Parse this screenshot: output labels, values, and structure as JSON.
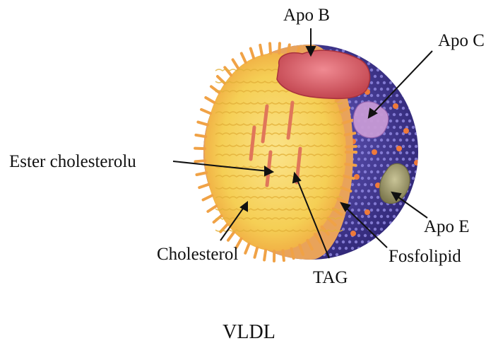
{
  "diagram": {
    "caption": "VLDL",
    "labels": {
      "apo_b": "Apo B",
      "apo_c": "Apo C",
      "ester_cholesterolu": "Ester cholesterolu",
      "apo_e": "Apo E",
      "cholesterol": "Cholesterol",
      "fosfolipid": "Fosfolipid",
      "tag": "TAG"
    }
  },
  "colors": {
    "shell": "#4b3f9e",
    "core": "#f2c63a",
    "apo_b": "#d9646e",
    "apo_c": "#c79ad6",
    "apo_e": "#a9a37a",
    "cholesterol": "#ef7a3a"
  }
}
